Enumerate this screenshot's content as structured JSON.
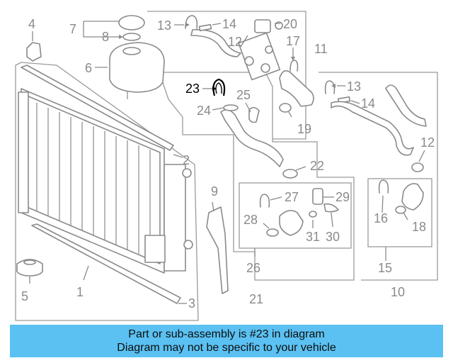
{
  "diagram": {
    "highlighted_part": "23",
    "labels": {
      "l1": "1",
      "l2": "2",
      "l3": "3",
      "l4": "4",
      "l5": "5",
      "l6": "6",
      "l7": "7",
      "l8": "8",
      "l9": "9",
      "l10": "10",
      "l11": "11",
      "l12a": "12",
      "l12b": "12",
      "l13a": "13",
      "l13b": "13",
      "l14a": "14",
      "l14b": "14",
      "l15": "15",
      "l16": "16",
      "l17": "17",
      "l18": "18",
      "l19": "19",
      "l20": "20",
      "l21": "21",
      "l22": "22",
      "l23": "23",
      "l24": "24",
      "l25": "25",
      "l26": "26",
      "l27": "27",
      "l28": "28",
      "l29": "29",
      "l30": "30",
      "l31": "31"
    }
  },
  "banner": {
    "line1": "Part or sub-assembly is #23 in diagram",
    "line2": "Diagram may not be specific to your vehicle"
  },
  "colors": {
    "banner": "#5bc1f2",
    "line": "#8a8a8a",
    "highlight": "#000000"
  }
}
